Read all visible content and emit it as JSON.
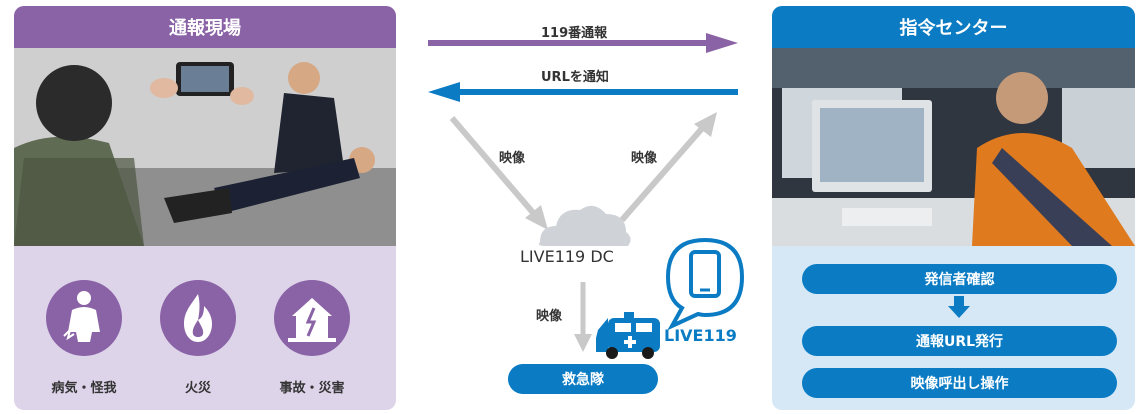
{
  "left_panel": {
    "title": "通報現場",
    "icons": [
      {
        "label": "病気・怪我",
        "icon": "injury-icon"
      },
      {
        "label": "火災",
        "icon": "fire-icon"
      },
      {
        "label": "事故・災害",
        "icon": "disaster-house-icon"
      }
    ]
  },
  "right_panel": {
    "title": "指令センター",
    "steps": [
      "発信者確認",
      "通報URL発行",
      "映像呼出し操作"
    ]
  },
  "flow": {
    "call_label": "119番通報",
    "url_label": "URLを通知",
    "video_left": "映像",
    "video_right": "映像",
    "cloud_label": "LIVE119 DC",
    "video_down": "映像",
    "app_label": "LIVE119",
    "ambulance_team": "救急隊"
  },
  "colors": {
    "purple": "#8a63a6",
    "purple_light": "#ded4ea",
    "blue": "#0b7cc4",
    "blue_light": "#d6e8f6",
    "gray_arrow": "#c9c9c9"
  }
}
